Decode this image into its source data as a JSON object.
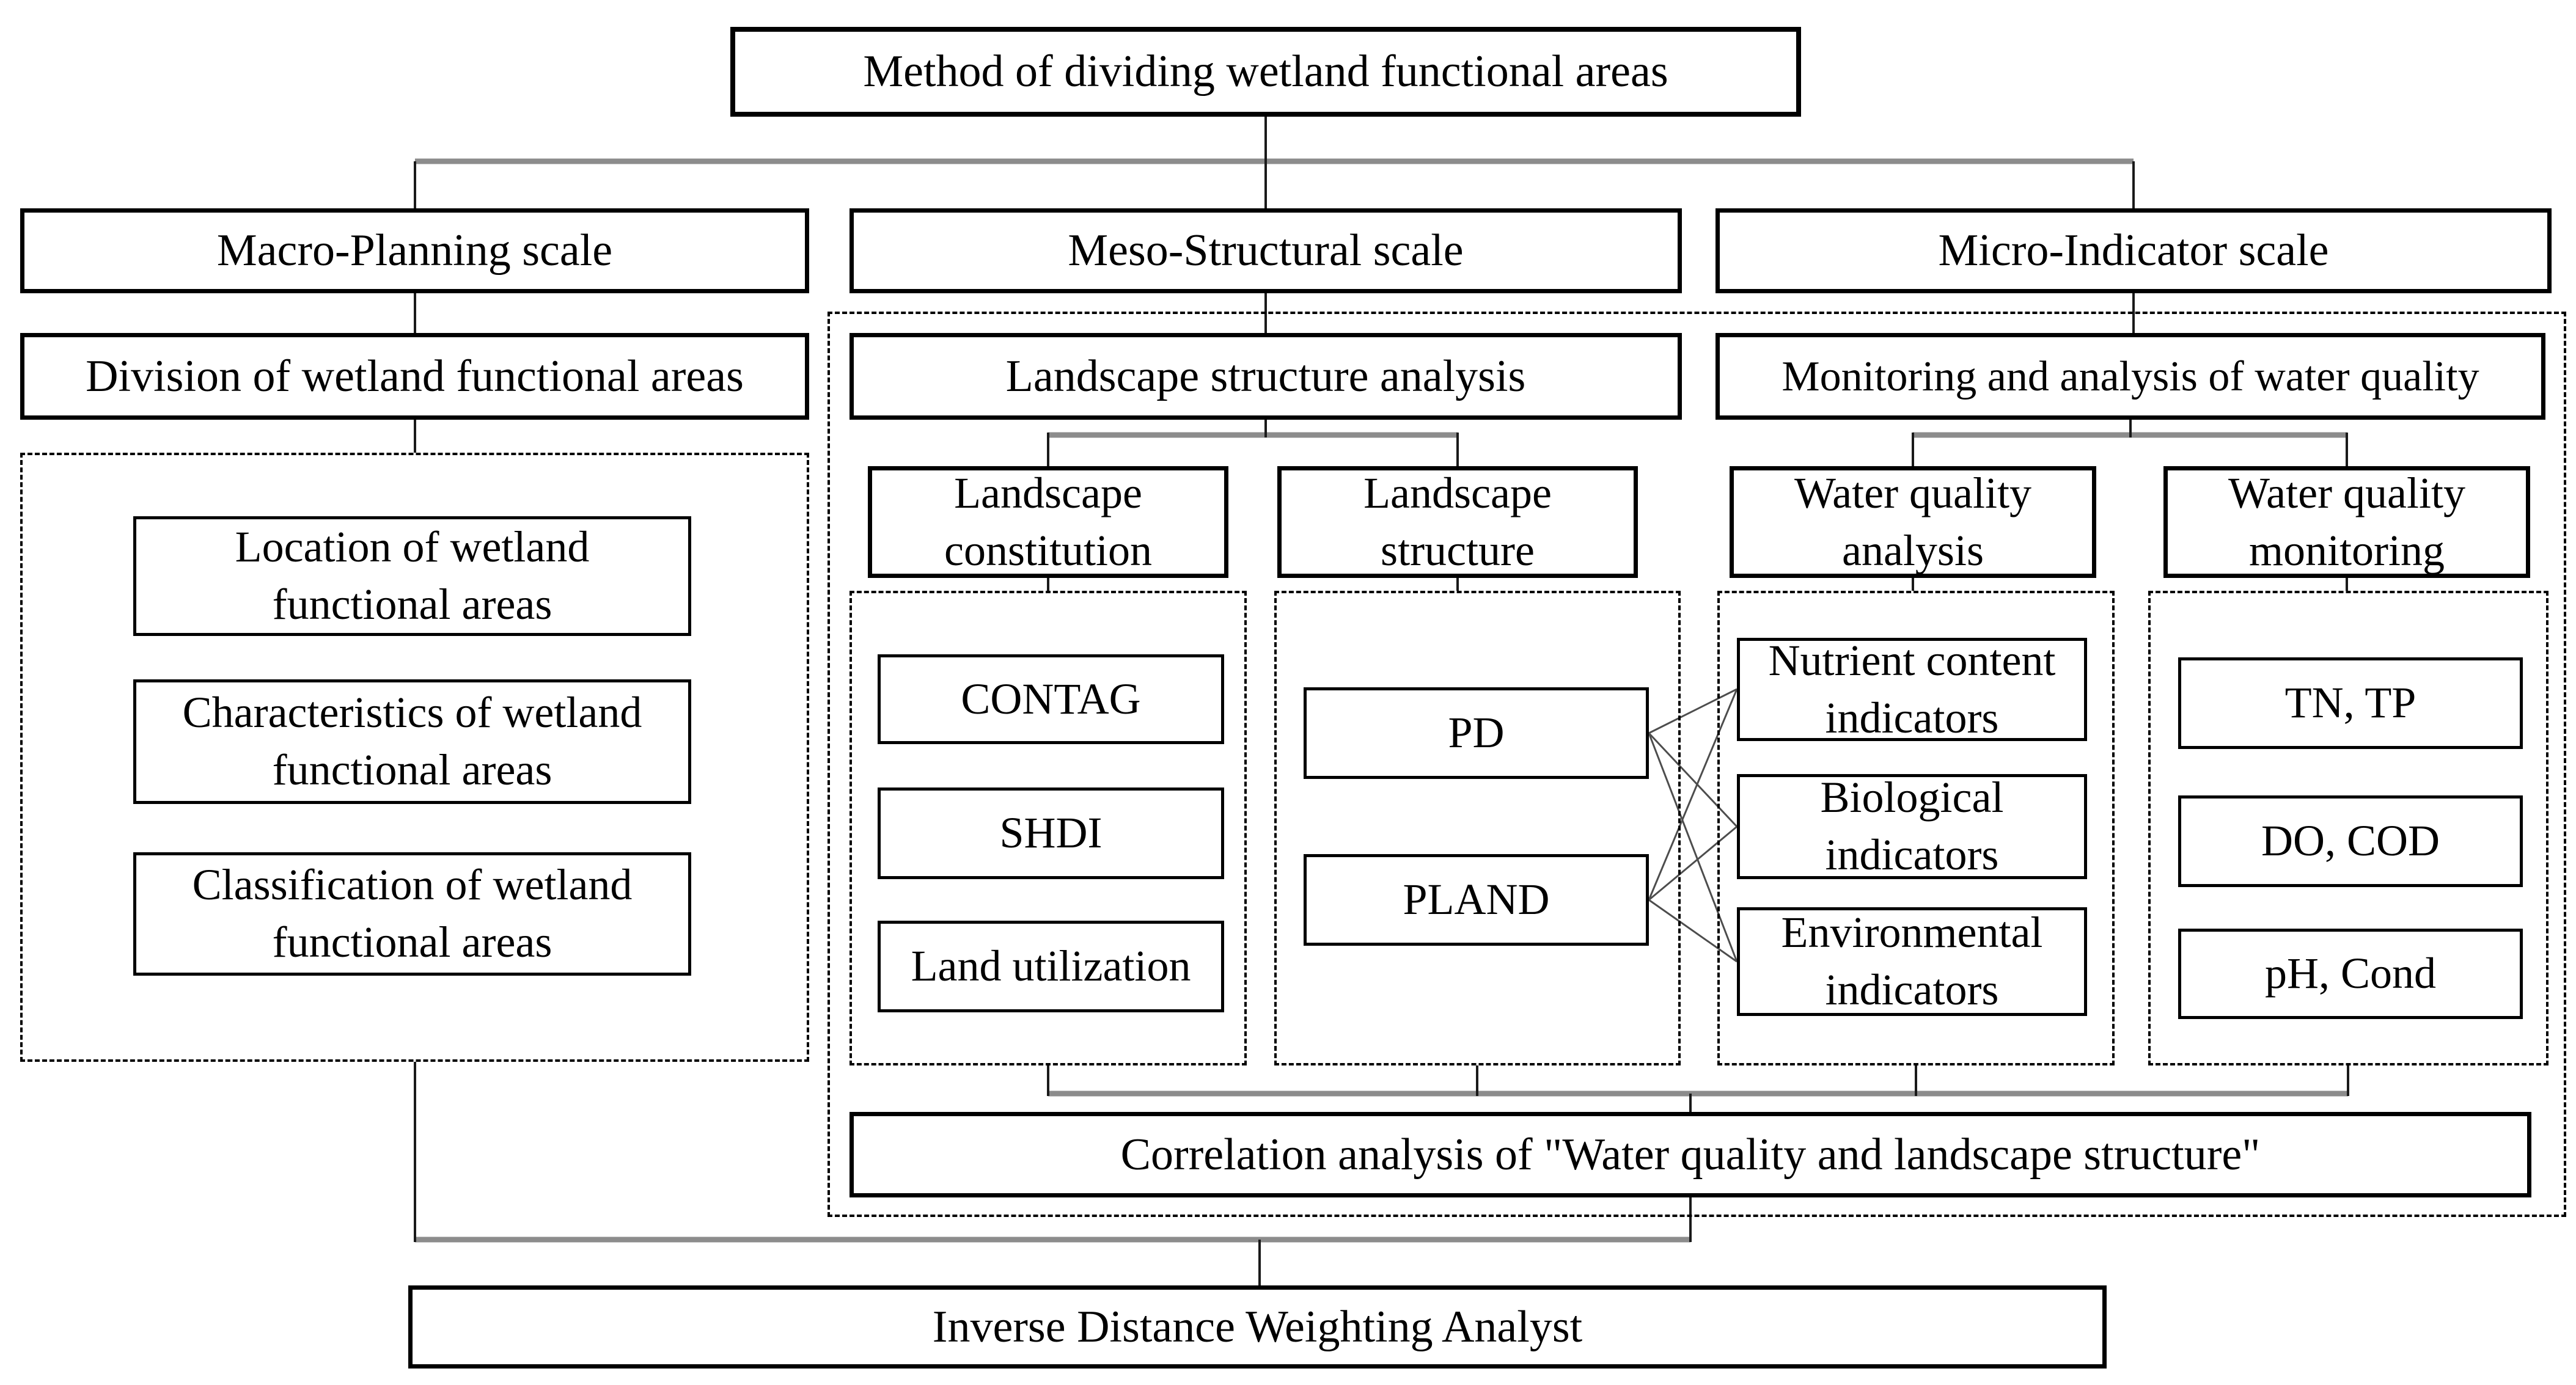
{
  "diagram": {
    "title": "Method of dividing wetland functional areas",
    "columns": [
      {
        "scale": "Macro-Planning scale",
        "analysis": "Division of wetland functional areas",
        "items": [
          "Location of wetland functional areas",
          "Characteristics of wetland functional areas",
          "Classification of wetland functional areas"
        ]
      },
      {
        "scale": "Meso-Structural scale",
        "analysis": "Landscape structure analysis",
        "groups": [
          {
            "title": "Landscape constitution",
            "items": [
              "CONTAG",
              "SHDI",
              "Land utilization"
            ]
          },
          {
            "title": "Landscape structure",
            "items": [
              "PD",
              "PLAND"
            ]
          }
        ]
      },
      {
        "scale": "Micro-Indicator scale",
        "analysis": "Monitoring and analysis of water quality",
        "groups": [
          {
            "title": "Water quality analysis",
            "items": [
              "Nutrient content indicators",
              "Biological indicators",
              "Environmental indicators"
            ]
          },
          {
            "title": "Water quality monitoring",
            "items": [
              "TN、TP",
              "DO、COD",
              "pH、Cond"
            ]
          }
        ]
      }
    ],
    "correlation": "Correlation analysis of \"Water quality and landscape structure\"",
    "final": "Inverse Distance Weighting Analyst"
  },
  "colors": {
    "background": "#ffffff",
    "box_border": "#000000",
    "bus_line": "#8c8c8c",
    "connector_line": "#1a1a1a",
    "diagonal_line": "#4d4d4d"
  }
}
